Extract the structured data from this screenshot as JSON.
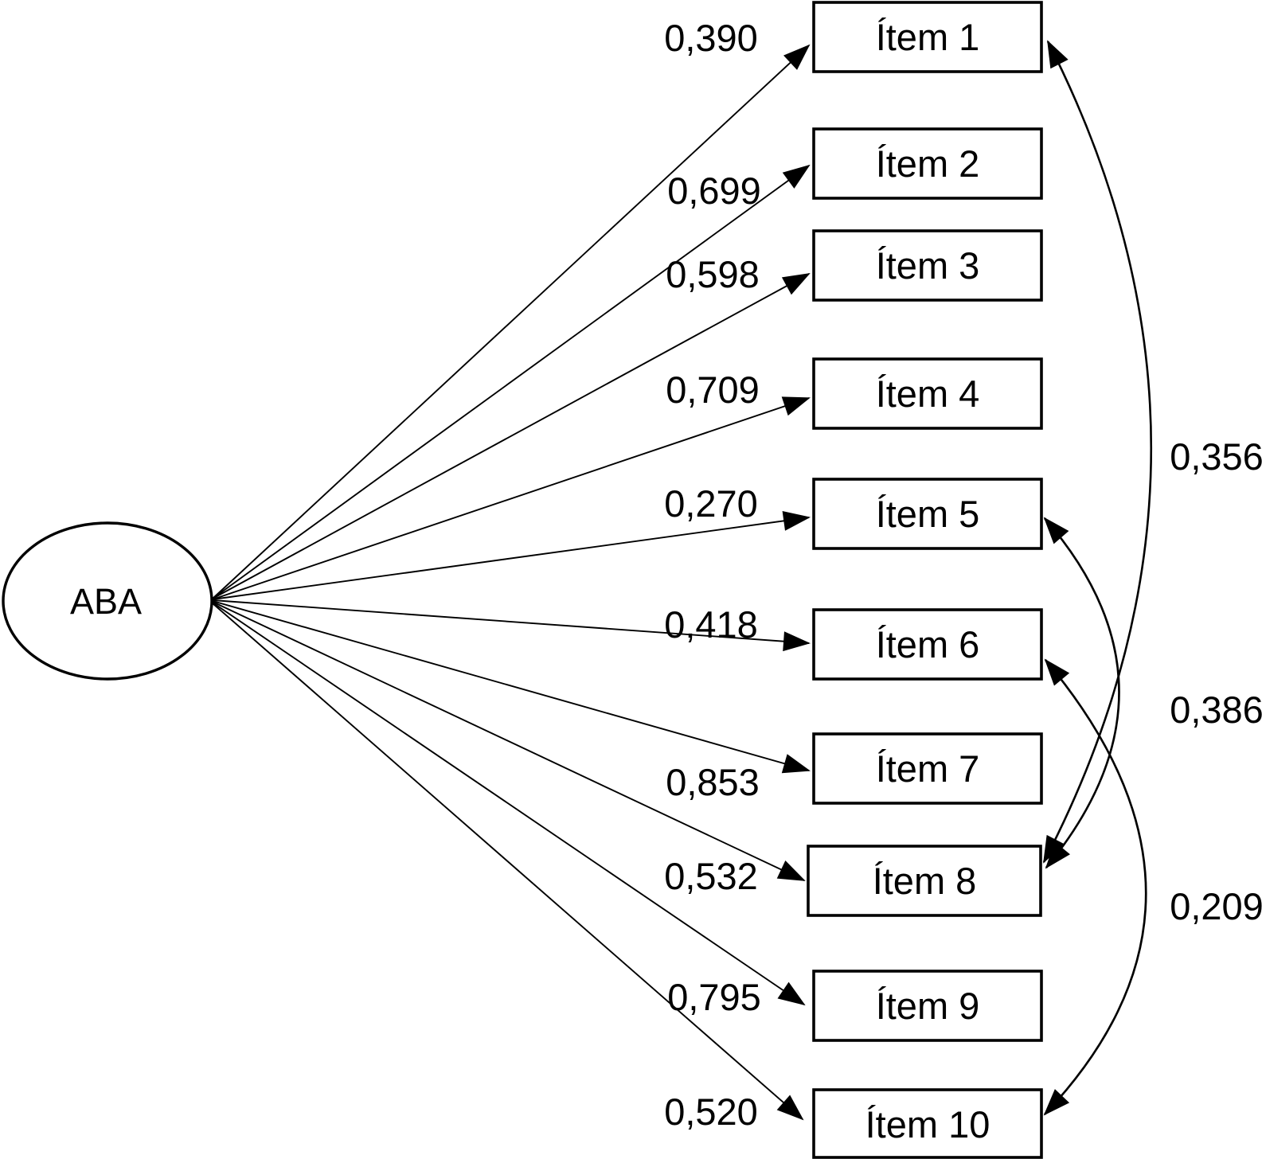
{
  "figure": {
    "type": "cfa-path-diagram",
    "factor": {
      "label": "ABA"
    },
    "items": [
      {
        "label": "Ítem 1",
        "loading": "0,390"
      },
      {
        "label": "Ítem 2",
        "loading": "0,699"
      },
      {
        "label": "Ítem 3",
        "loading": "0,598"
      },
      {
        "label": "Ítem 4",
        "loading": "0,709"
      },
      {
        "label": "Ítem 5",
        "loading": "0,270"
      },
      {
        "label": "Ítem 6",
        "loading": "0,418"
      },
      {
        "label": "Ítem 7",
        "loading": "0,853"
      },
      {
        "label": "Ítem 8",
        "loading": "0,532"
      },
      {
        "label": "Ítem 9",
        "loading": "0,795"
      },
      {
        "label": "Ítem 10",
        "loading": "0,520"
      }
    ],
    "correlations": [
      {
        "between": [
          "Ítem 1",
          "Ítem 8"
        ],
        "value": "0,356"
      },
      {
        "between": [
          "Ítem 5",
          "Ítem 8"
        ],
        "value": "0,386"
      },
      {
        "between": [
          "Ítem 6",
          "Ítem 10"
        ],
        "value": "0,209"
      }
    ],
    "colors": {
      "stroke": "#000000",
      "background": "#ffffff"
    }
  }
}
